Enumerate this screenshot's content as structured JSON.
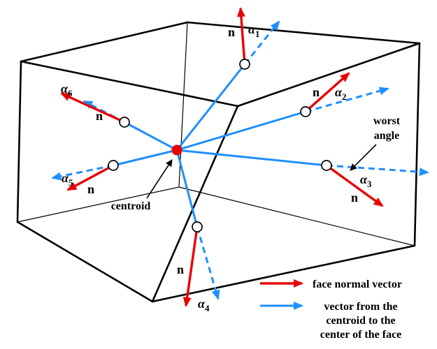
{
  "colors": {
    "face_normal_vector": "#e80000",
    "centroid_vector": "#1e8fff",
    "outline": "#000000",
    "centroid_dot": "#e80000",
    "face_center_marker_fill": "#ffffff"
  },
  "centroid": {
    "label": "centroid"
  },
  "worst_angle": {
    "line1": "worst",
    "line2": "angle"
  },
  "faces": [
    {
      "normal_label": "n",
      "angle_base": "α",
      "angle_sub": "1"
    },
    {
      "normal_label": "n",
      "angle_base": "α",
      "angle_sub": "2"
    },
    {
      "normal_label": "n",
      "angle_base": "α",
      "angle_sub": "3"
    },
    {
      "normal_label": "n",
      "angle_base": "α",
      "angle_sub": "4"
    },
    {
      "normal_label": "n",
      "angle_base": "α",
      "angle_sub": "5"
    },
    {
      "normal_label": "n",
      "angle_base": "α",
      "angle_sub": "6"
    }
  ],
  "legend": {
    "normal": {
      "label": "face normal vector"
    },
    "centroid_vector": {
      "lines": [
        "vector from the",
        "centroid to the",
        "center of the face"
      ]
    }
  }
}
